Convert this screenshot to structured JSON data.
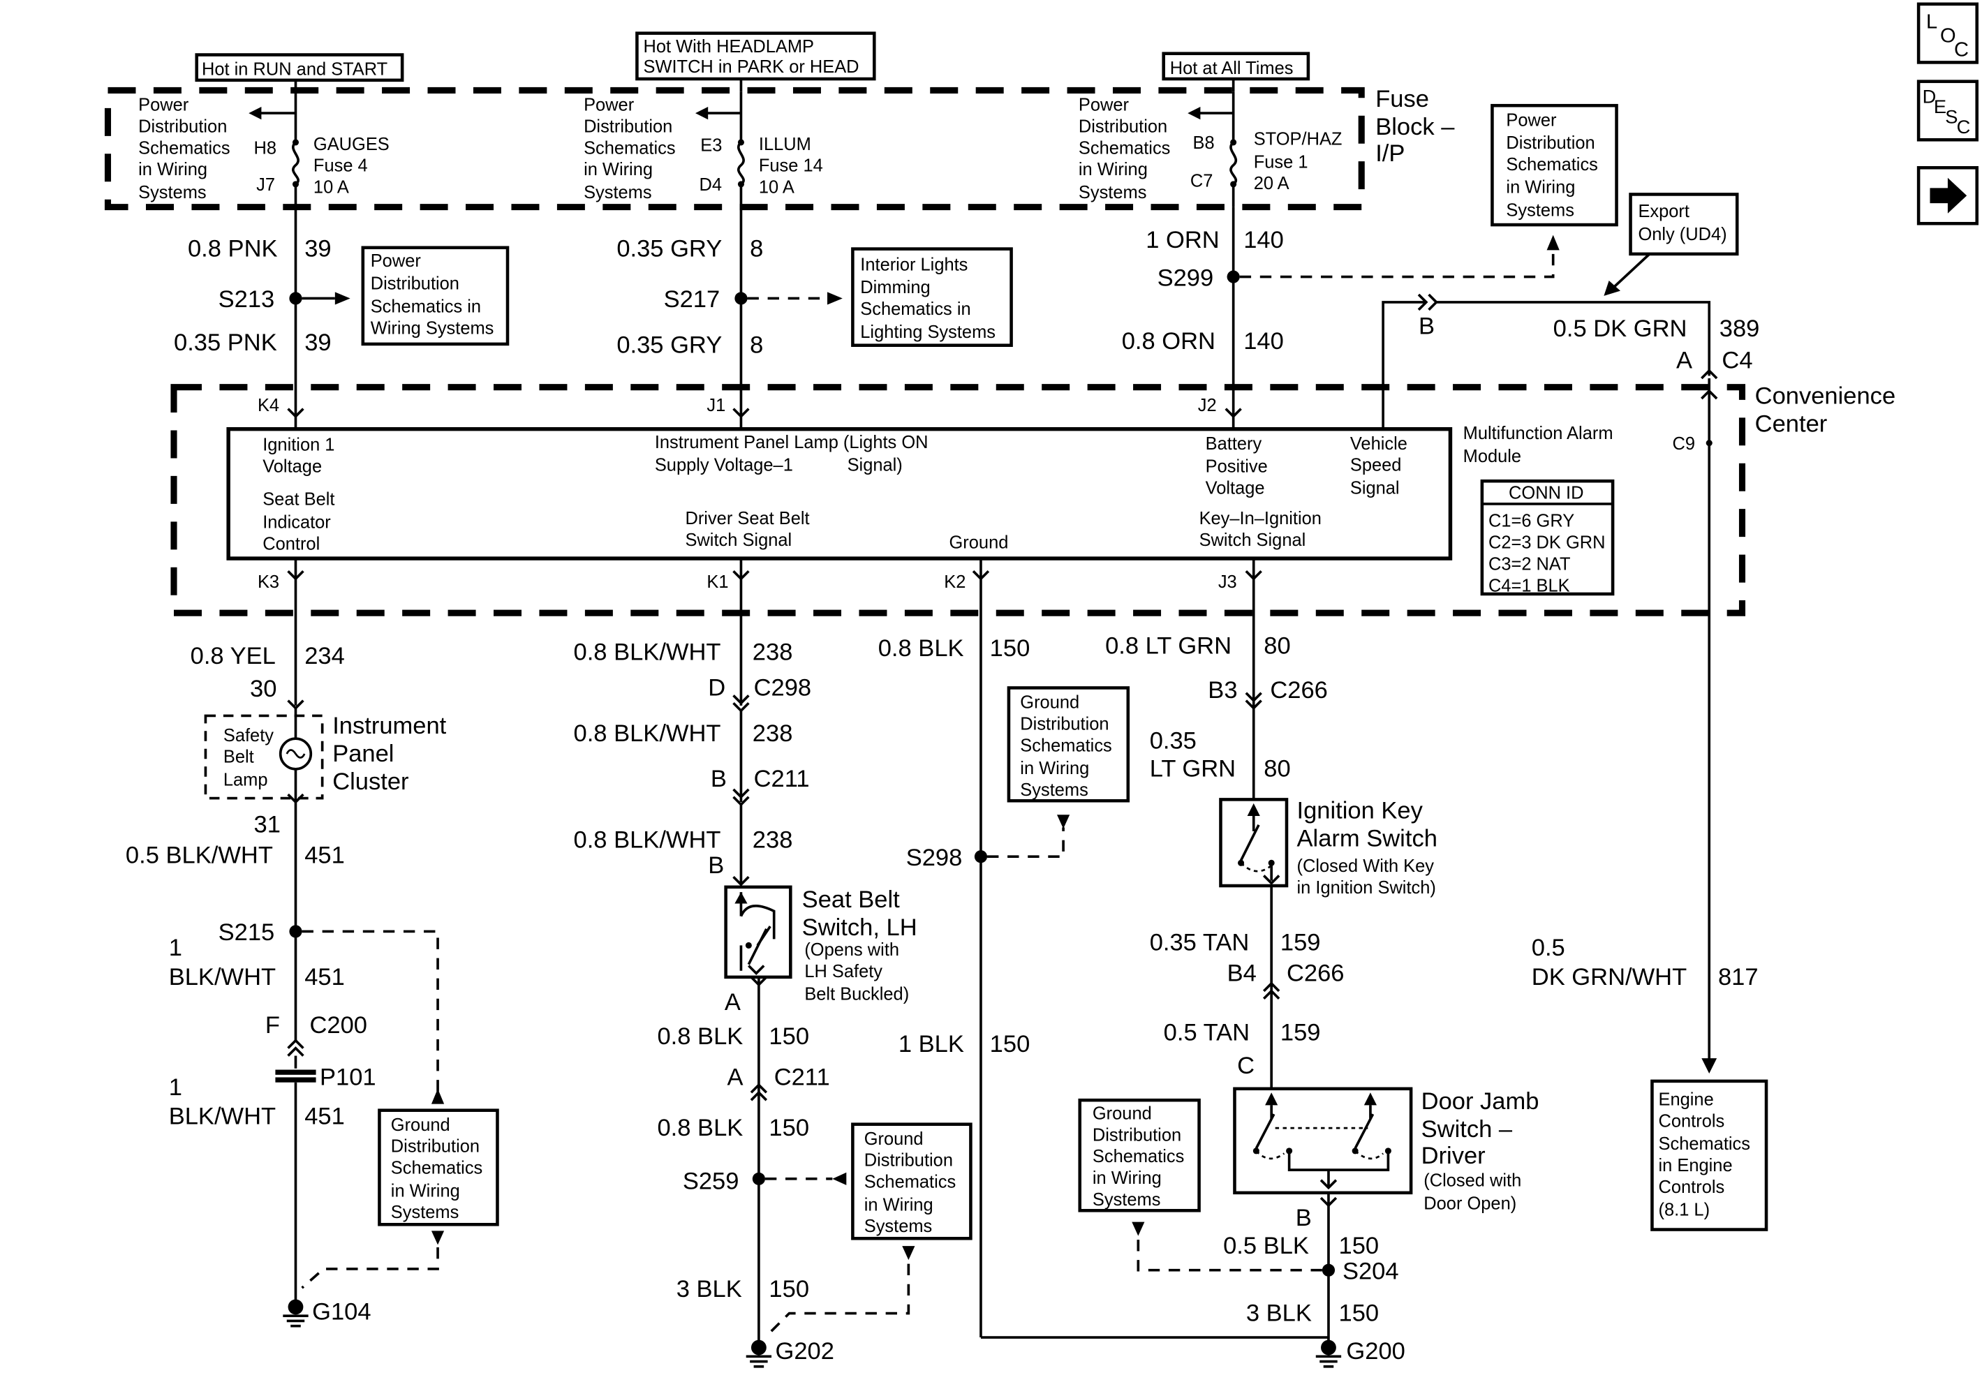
{
  "title_boxes": {
    "hot_run_start": "Hot in RUN and START",
    "hot_headlamp_1": "Hot With HEADLAMP",
    "hot_headlamp_2": "SWITCH in PARK or HEAD",
    "hot_all_times": "Hot at All Times"
  },
  "nav": {
    "loc": [
      "L",
      "O",
      "C"
    ],
    "desc": [
      "D",
      "E",
      "S",
      "C"
    ],
    "next_arrow": "right-arrow-icon"
  },
  "fuse_block": {
    "label": [
      "Fuse",
      "Block –",
      "I/P"
    ],
    "ref_text": [
      "Power",
      "Distribution",
      "Schematics",
      "in Wiring",
      "Systems"
    ],
    "gauges": {
      "top_pin": "H8",
      "bottom_pin": "J7",
      "name": "GAUGES",
      "fuse": "Fuse 4",
      "amps": "10 A"
    },
    "illum": {
      "top_pin": "E3",
      "bottom_pin": "D4",
      "name": "ILLUM",
      "fuse": "Fuse 14",
      "amps": "10 A"
    },
    "stop": {
      "top_pin": "B8",
      "bottom_pin": "C7",
      "name": "STOP/HAZ",
      "fuse": "Fuse 1",
      "amps": "20 A"
    }
  },
  "wires": {
    "pnk_top": {
      "gauge": "0.8 PNK",
      "circuit": "39"
    },
    "pnk_bot": {
      "gauge": "0.35 PNK",
      "circuit": "39"
    },
    "gry_top": {
      "gauge": "0.35 GRY",
      "circuit": "8"
    },
    "gry_bot": {
      "gauge": "0.35 GRY",
      "circuit": "8"
    },
    "orn_top": {
      "gauge": "1 ORN",
      "circuit": "140"
    },
    "orn_bot": {
      "gauge": "0.8 ORN",
      "circuit": "140"
    },
    "dkgrn": {
      "gauge": "0.5 DK GRN",
      "circuit": "389"
    },
    "yel": {
      "gauge": "0.8 YEL",
      "circuit": "234"
    },
    "blkwht_a": {
      "gauge": "0.8 BLK/WHT",
      "circuit": "238"
    },
    "blkwht_b": {
      "gauge": "0.8 BLK/WHT",
      "circuit": "238"
    },
    "blkwht_c": {
      "gauge": "0.8 BLK/WHT",
      "circuit": "238"
    },
    "blk_k2": {
      "gauge": "0.8 BLK",
      "circuit": "150"
    },
    "ltgrn_a": {
      "gauge": "0.8 LT GRN",
      "circuit": "80"
    },
    "ltgrn_b": {
      "gauge1": "0.35",
      "gauge2": "LT GRN",
      "circuit": "80"
    },
    "blkwht451_a": {
      "gauge": "0.5 BLK/WHT",
      "circuit": "451"
    },
    "blkwht451_b": {
      "gauge1": "1",
      "gauge2": "BLK/WHT",
      "circuit": "451"
    },
    "blkwht451_c": {
      "gauge1": "1",
      "gauge2": "BLK/WHT",
      "circuit": "451"
    },
    "blk150_a": {
      "gauge": "0.8 BLK",
      "circuit": "150"
    },
    "blk150_b": {
      "gauge": "0.8 BLK",
      "circuit": "150"
    },
    "blk150_c": {
      "gauge": "3 BLK",
      "circuit": "150"
    },
    "blk150_d": {
      "gauge": "1 BLK",
      "circuit": "150"
    },
    "tan_a": {
      "gauge": "0.35 TAN",
      "circuit": "159"
    },
    "tan_b": {
      "gauge": "0.5 TAN",
      "circuit": "159"
    },
    "blk150_e": {
      "gauge": "0.5 BLK",
      "circuit": "150"
    },
    "blk150_f": {
      "gauge": "3 BLK",
      "circuit": "150"
    },
    "dkgrnwht": {
      "gauge1": "0.5",
      "gauge2": "DK GRN/WHT",
      "circuit": "817"
    }
  },
  "splices": {
    "s213": "S213",
    "s217": "S217",
    "s299": "S299",
    "s215": "S215",
    "s298": "S298",
    "s259": "S259",
    "s204": "S204"
  },
  "grounds": {
    "g104": "G104",
    "g202": "G202",
    "g200": "G200"
  },
  "connectors": {
    "c4_pin": "A",
    "c4": "C4",
    "b_pin": "B",
    "k4": "K4",
    "j1": "J1",
    "j2": "J2",
    "c9": "C9",
    "k3": "K3",
    "k1": "K1",
    "k2": "K2",
    "j3": "J3",
    "c298_pin": "D",
    "c298": "C298",
    "c211_pin": "B",
    "c211": "C211",
    "sb_b": "B",
    "sb_a": "A",
    "c211b_pin": "A",
    "c211b": "C211",
    "c266_pin": "B3",
    "c266": "C266",
    "c266b_pin": "B4",
    "c266b": "C266",
    "dj_c": "C",
    "dj_b": "B",
    "ipc_30": "30",
    "ipc_31": "31",
    "c200_pin": "F",
    "c200": "C200",
    "p101": "P101"
  },
  "module": {
    "convenience_center": [
      "Convenience",
      "Center"
    ],
    "alarm_module": [
      "Multifunction Alarm",
      "Module"
    ],
    "ign1": [
      "Ignition 1",
      "Voltage"
    ],
    "ip_lamp": [
      "Instrument Panel Lamp (Lights ON",
      "Supply Voltage–1           Signal)"
    ],
    "battery": [
      "Battery",
      "Positive",
      "Voltage"
    ],
    "vss": [
      "Vehicle",
      "Speed",
      "Signal"
    ],
    "seatbelt_ind": [
      "Seat Belt",
      "Indicator",
      "Control"
    ],
    "driver_sb": [
      "Driver Seat Belt",
      "Switch Signal"
    ],
    "ground": "Ground",
    "key_in": [
      "Key–In–Ignition",
      "Switch Signal"
    ]
  },
  "conn_id": {
    "title": "CONN ID",
    "rows": [
      "C1=6 GRY",
      "C2=3 DK GRN",
      "C3=2 NAT",
      "C4=1 BLK"
    ]
  },
  "components": {
    "ipc": [
      "Instrument",
      "Panel",
      "Cluster"
    ],
    "safety_lamp": [
      "Safety",
      "Belt",
      "Lamp"
    ],
    "seatbelt_sw": [
      "Seat Belt",
      "Switch, LH"
    ],
    "seatbelt_note": [
      "(Opens with",
      "LH Safety",
      "Belt Buckled)"
    ],
    "ign_key": [
      "Ignition Key",
      "Alarm Switch"
    ],
    "ign_key_note": [
      "(Closed With Key",
      "in Ignition Switch)"
    ],
    "door_jamb": [
      "Door Jamb",
      "Switch –",
      "Driver"
    ],
    "door_jamb_note": [
      "(Closed with",
      "Door Open)"
    ]
  },
  "ref_boxes": {
    "pwr_dist_right": [
      "Power",
      "Distribution",
      "Schematics",
      "in Wiring",
      "Systems"
    ],
    "export": [
      "Export",
      "Only (UD4)"
    ],
    "pwr_dist_s213": [
      "Power",
      "Distribution",
      "Schematics in",
      "Wiring Systems"
    ],
    "interior": [
      "Interior Lights",
      "Dimming",
      "Schematics in",
      "Lighting Systems"
    ],
    "gnd_s298": [
      "Ground",
      "Distribution",
      "Schematics",
      "in Wiring",
      "Systems"
    ],
    "gnd_s215": [
      "Ground",
      "Distribution",
      "Schematics",
      "in Wiring",
      "Systems"
    ],
    "gnd_s259": [
      "Ground",
      "Distribution",
      "Schematics",
      "in Wiring",
      "Systems"
    ],
    "gnd_s204": [
      "Ground",
      "Distribution",
      "Schematics",
      "in Wiring",
      "Systems"
    ],
    "engine": [
      "Engine",
      "Controls",
      "Schematics",
      "in Engine",
      "Controls",
      "(8.1 L)"
    ]
  }
}
